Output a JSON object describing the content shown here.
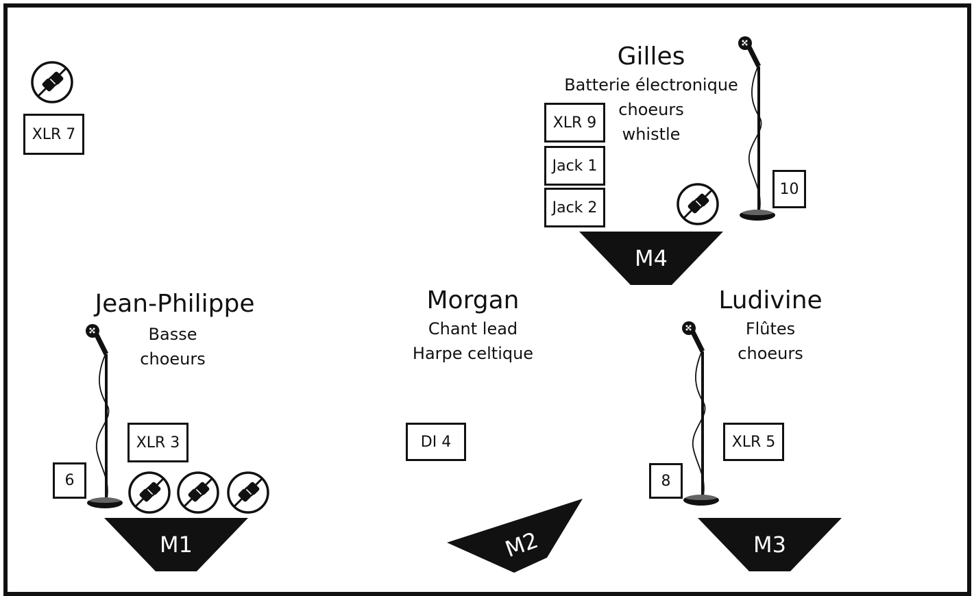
{
  "musicians": {
    "gilles": {
      "name": "Gilles",
      "roles": [
        "Batterie électronique",
        "choeurs",
        "whistle"
      ]
    },
    "jean_philippe": {
      "name": "Jean-Philippe",
      "roles": [
        "Basse",
        "choeurs"
      ]
    },
    "morgan": {
      "name": "Morgan",
      "roles": [
        "Chant lead",
        "Harpe celtique"
      ]
    },
    "ludivine": {
      "name": "Ludivine",
      "roles": [
        "Flûtes",
        "choeurs"
      ]
    }
  },
  "inputs": {
    "xlr7": "XLR 7",
    "xlr9": "XLR 9",
    "jack1": "Jack 1",
    "jack2": "Jack 2",
    "ch10": "10",
    "xlr3": "XLR 3",
    "ch6": "6",
    "di4": "DI 4",
    "xlr5": "XLR 5",
    "ch8": "8"
  },
  "monitors": {
    "m1": "M1",
    "m2": "M2",
    "m3": "M3",
    "m4": "M4"
  },
  "icons": {
    "power": "power-plug-icon",
    "microphone": "microphone-stand-icon",
    "monitor": "monitor-wedge-icon"
  },
  "colors": {
    "ink": "#111111",
    "background": "#ffffff"
  }
}
